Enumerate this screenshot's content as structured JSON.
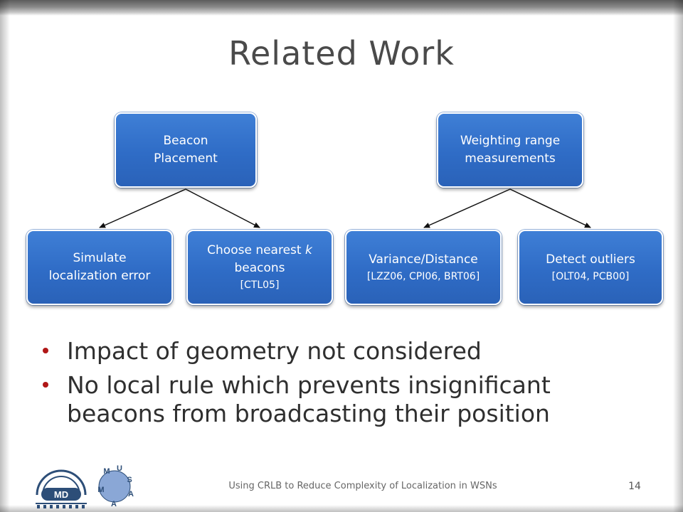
{
  "slide": {
    "title": "Related Work",
    "footer": "Using CRLB to Reduce Complexity of Localization in WSNs",
    "page_number": "14"
  },
  "diagram": {
    "beacon_placement": {
      "line1": "Beacon",
      "line2": "Placement"
    },
    "weighting": {
      "line1": "Weighting range",
      "line2": "measurements"
    },
    "simulate": {
      "line1": "Simulate",
      "line2": "localization error"
    },
    "choose": {
      "line1_pre": "Choose nearest ",
      "line1_k": "k",
      "line2": "beacons",
      "cite": "[CTL05]"
    },
    "variance": {
      "line1": "Variance/Distance",
      "cite": "[LZZ06, CPI06, BRT06]"
    },
    "outliers": {
      "line1": "Detect outliers",
      "cite": "[OLT04, PCB00]"
    }
  },
  "bullets": [
    "Impact of geometry not considered",
    "No local rule which prevents insignificant beacons from broadcasting their position"
  ],
  "logos": {
    "md": "MD",
    "musama_letters": [
      "M",
      "U",
      "S",
      "A",
      "M",
      "A"
    ]
  },
  "colors": {
    "box_fill": "#2f6cc6",
    "bullet_dot": "#b01717",
    "title_text": "#4a4a4a"
  }
}
